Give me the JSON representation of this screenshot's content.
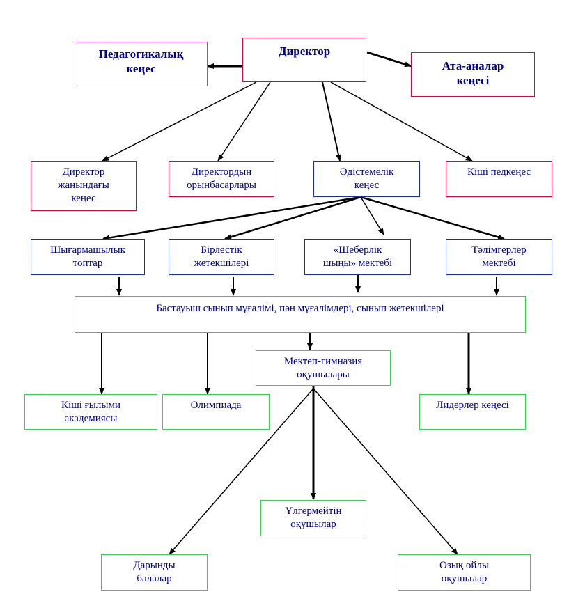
{
  "colors": {
    "text": "#00008b",
    "red_border": "#e0003c",
    "magenta_border": "#cc33cc",
    "blue_border": "#1a2ea8",
    "green_border": "#2fd44a",
    "connector": "#000000"
  },
  "nodes": {
    "director": "Директор",
    "pedagogical_council": "Педагогикалық\nкеңес",
    "parents_council": "Ата-аналар\nкеңесі",
    "director_council": "Директор\nжанындағы\nкеңес",
    "deputies": "Директордың\nорынбасарлары",
    "methodical_council": "Әдістемелік\nкеңес",
    "small_pedcouncil": "Кіші педкеңес",
    "creative_groups": "Шығармашылық\nтоптар",
    "association_heads": "Бірлестік\nжетекшілері",
    "mastery_school": "«Шеберлік\nшыңы» мектебі",
    "mentors_school": "Тәлімгерлер\nмектебі",
    "teachers": "Бастауыш сынып мұғалімі, пән мұғалімдері, сынып жетекшілері",
    "students": "Мектеп-гимназия\nоқушылары",
    "small_academy": "Кіші ғылыми\nакадемиясы",
    "olympiad": "Олимпиада",
    "leaders_council": "Лидерлер кеңесі",
    "lagging_students": "Үлгермейтін\nоқушылар",
    "gifted_children": "Дарынды\nбалалар",
    "advanced_students": "Озық ойлы\nоқушылар"
  }
}
